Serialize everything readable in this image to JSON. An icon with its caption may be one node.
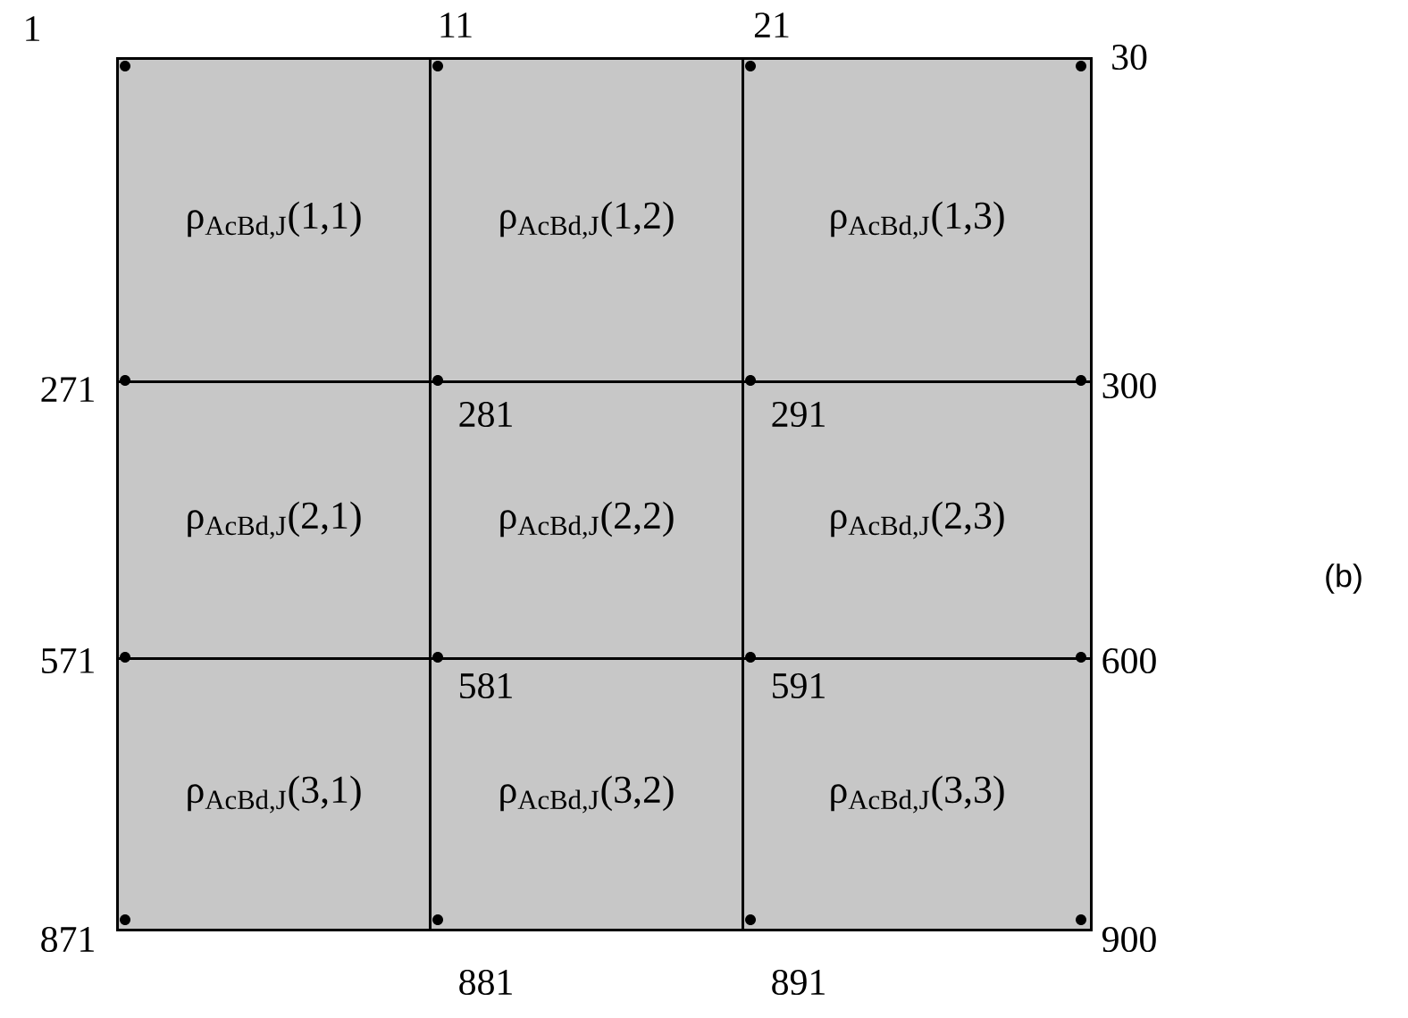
{
  "diagram": {
    "nodes": [
      {
        "text": [
          "ρ$_{AcBd,J}$(1,1)"
        ]
      },
      {
        "text": [
          "ρ$_{AcBd,J}$(1,2)"
        ]
      },
      {
        "text": [
          "ρ$_{AcBd,J}$(1,3)"
        ]
      },
      {
        "text": [
          "ρ$_{AcBd,J}$(2,1)"
        ]
      },
      {
        "text": [
          "ρ$_{AcBd,J}$(2,2)"
        ]
      },
      {
        "text": [
          "ρ$_{AcBd,J}$(2,3)"
        ]
      },
      {
        "text": [
          "ρ$_{AcBd,J}$(3,1)"
        ]
      },
      {
        "text": [
          "ρ$_{AcBd,J}$(3,2)"
        ]
      },
      {
        "text": [
          "ρ$_{AcBd,J}$(3,3)"
        ]
      }
    ],
    "labels": [
      "1",
      "11",
      "21",
      "30",
      "271",
      "281",
      "291",
      "300",
      "571",
      "581",
      "591",
      "600",
      "871",
      "881",
      "891",
      "900",
      "(b)"
    ]
  }
}
